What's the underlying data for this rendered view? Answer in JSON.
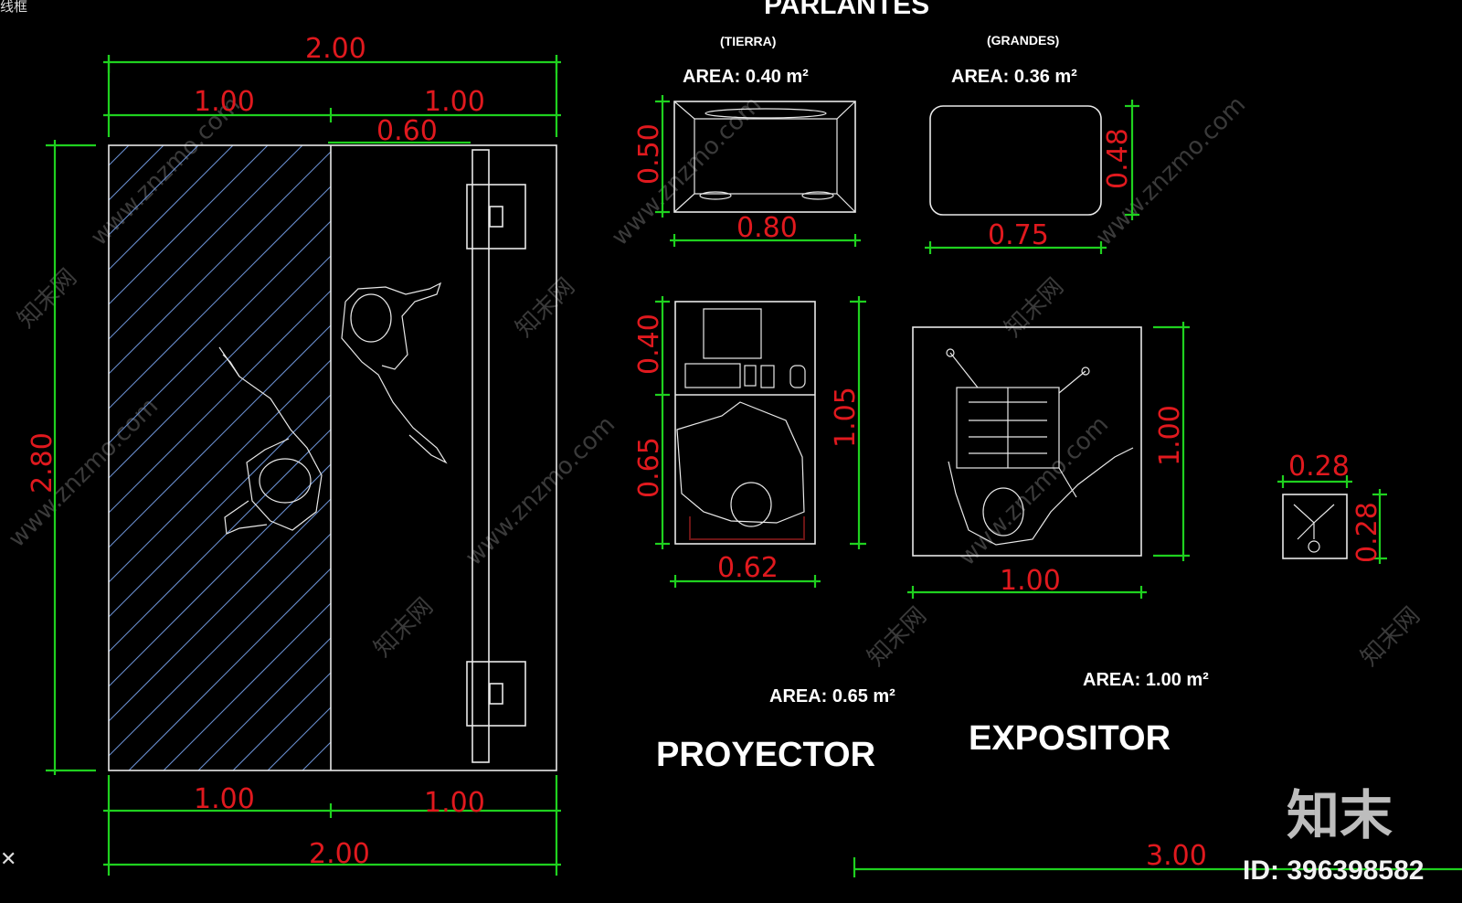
{
  "window": {
    "corner_label": "线框",
    "close_glyph": "✕"
  },
  "titles": {
    "parlantes": "PARLANTES",
    "tierra": "(TIERRA)",
    "grandes": "(GRANDES)",
    "area_tierra": "AREA: 0.40  m²",
    "area_grandes": "AREA: 0.36  m²",
    "area_proyector": "AREA: 0.65  m²",
    "area_expositor": "AREA: 1.00  m²",
    "proyector": "PROYECTOR",
    "expositor": "EXPOSITOR"
  },
  "dimensions": {
    "stage_top_total": "2.00",
    "stage_top_left": "1.00",
    "stage_top_right": "1.00",
    "stage_inner": "0.60",
    "stage_height": "2.80",
    "stage_bottom_left": "1.00",
    "stage_bottom_right": "1.00",
    "stage_bottom_total": "2.00",
    "tierra_height": "0.50",
    "tierra_width": "0.80",
    "grandes_height": "0.48",
    "grandes_width": "0.75",
    "proy_top": "0.40",
    "proy_bottom": "0.65",
    "proy_total": "1.05",
    "proy_width": "0.62",
    "expo_height": "1.00",
    "expo_width": "1.00",
    "mic_width": "0.28",
    "mic_height": "0.28",
    "bottom_line": "3.00"
  },
  "watermarks": {
    "site": "www.znzmo.com",
    "brand": "知末",
    "brand_net": "知末网",
    "id_label": "ID: 396398582"
  },
  "colors": {
    "dimension_line": "#1fd11f",
    "dimension_text": "#e0191e",
    "geometry": "#e8e8e8",
    "hatch": "#6a8fd0",
    "background": "#000000"
  }
}
